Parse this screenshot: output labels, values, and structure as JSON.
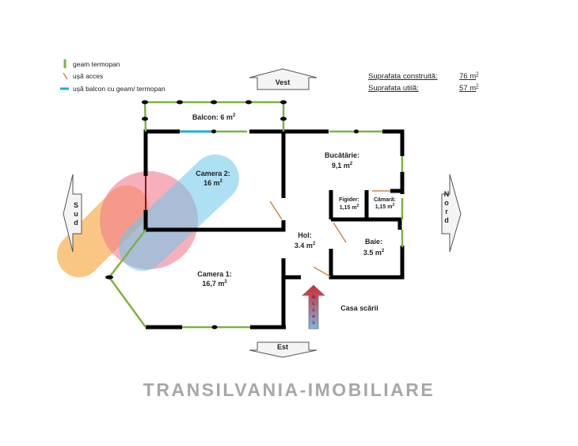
{
  "legend": [
    {
      "label": "geam termopan",
      "color": "#7cb342"
    },
    {
      "label": "ușă acces",
      "color": "#c8894a"
    },
    {
      "label": "ușă balcon cu geam/ termopan",
      "color": "#29a8d8"
    }
  ],
  "areas": [
    {
      "label": "Suprafata construită:",
      "value": "76 m",
      "sup": "2"
    },
    {
      "label": "Suprafata utilă:",
      "value": "57 m",
      "sup": "2"
    }
  ],
  "compass": {
    "west": "Vest",
    "east": "Est",
    "south": "Sud",
    "north": "Nord",
    "access": "Acces"
  },
  "rooms": {
    "balcon": {
      "name": "Balcon: 6 m",
      "sup": "2"
    },
    "camera2": {
      "name": "Camera 2:",
      "size": "16 m",
      "sup": "2"
    },
    "camera1": {
      "name": "Camera 1:",
      "size": "16,7 m",
      "sup": "2"
    },
    "bucatarie": {
      "name": "Bucătărie:",
      "size": "9,1 m",
      "sup": "2"
    },
    "figider": {
      "name": "Figider:",
      "size": "1,15 m",
      "sup": "2"
    },
    "camara": {
      "name": "Cămară:",
      "size": "1,15 m",
      "sup": "2"
    },
    "hol": {
      "name": "Hol:",
      "size": "3.4 m",
      "sup": "2"
    },
    "baie": {
      "name": "Baie:",
      "size": "3.5 m",
      "sup": "2"
    },
    "casa_scarii": {
      "name": "Casa scării"
    }
  },
  "watermark": "TRANSILVANIA-IMOBILIARE",
  "colors": {
    "wall": "#000000",
    "window": "#7cb342",
    "door": "#c8894a",
    "balcony_door": "#29a8d8"
  }
}
